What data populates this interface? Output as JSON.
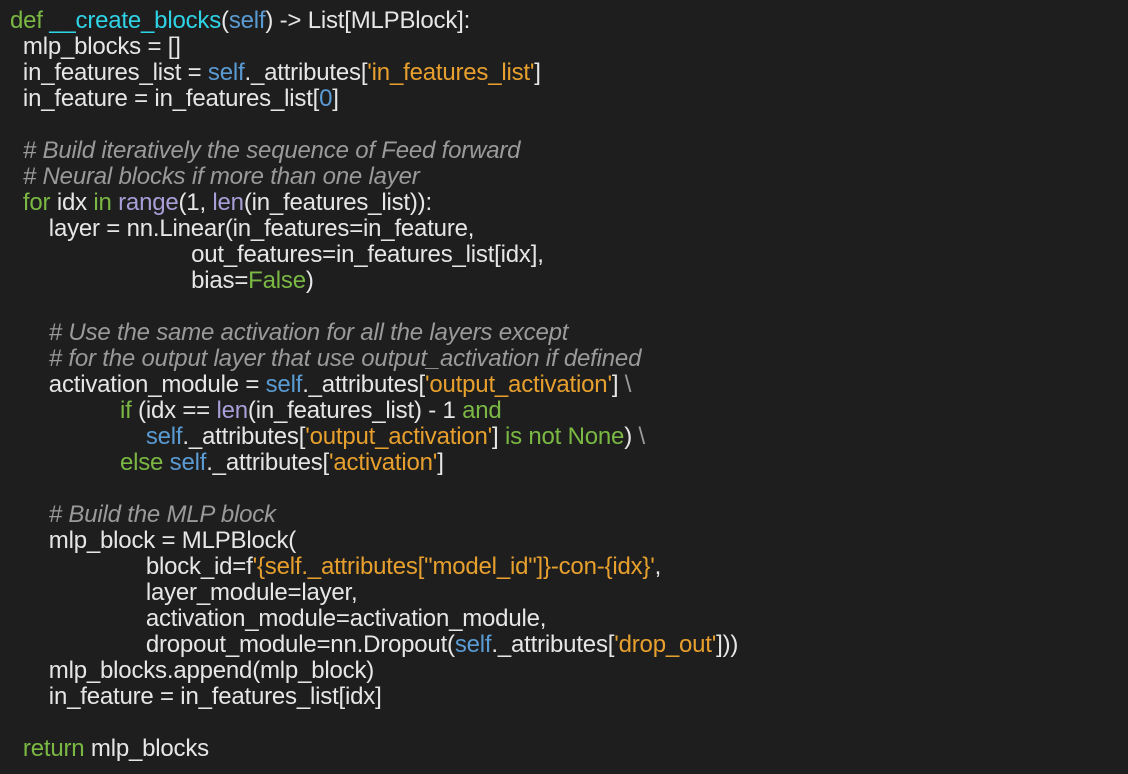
{
  "colors": {
    "background": "#1e1e1e",
    "default": "#e6e6e6",
    "keyword": "#7ab843",
    "function_name": "#2fd3e6",
    "self": "#5a9bd4",
    "string": "#e7a02d",
    "number": "#5a9bd4",
    "builtin": "#a99ed8",
    "comment": "#9a9a9a"
  },
  "code_lines": [
    [
      [
        "kw",
        "def "
      ],
      [
        "fn",
        "__create_blocks"
      ],
      [
        "d",
        "("
      ],
      [
        "self",
        "self"
      ],
      [
        "d",
        ") -> List[MLPBlock]:"
      ]
    ],
    [
      [
        "d",
        "  mlp_blocks = []"
      ]
    ],
    [
      [
        "d",
        "  in_features_list = "
      ],
      [
        "self",
        "self"
      ],
      [
        "d",
        "._attributes["
      ],
      [
        "str",
        "'in_features_list'"
      ],
      [
        "d",
        "]"
      ]
    ],
    [
      [
        "d",
        "  in_feature = in_features_list["
      ],
      [
        "num",
        "0"
      ],
      [
        "d",
        "]"
      ]
    ],
    [
      [
        "d",
        ""
      ]
    ],
    [
      [
        "comment",
        "  # Build iteratively the sequence of Feed forward"
      ]
    ],
    [
      [
        "comment",
        "  # Neural blocks if more than one layer"
      ]
    ],
    [
      [
        "kw",
        "  for "
      ],
      [
        "d",
        "idx "
      ],
      [
        "kw",
        "in "
      ],
      [
        "builtin",
        "range"
      ],
      [
        "d",
        "(1, "
      ],
      [
        "builtin",
        "len"
      ],
      [
        "d",
        "(in_features_list)):"
      ]
    ],
    [
      [
        "d",
        "      layer = nn.Linear(in_features=in_feature,"
      ]
    ],
    [
      [
        "d",
        "                            out_features=in_features_list[idx],"
      ]
    ],
    [
      [
        "d",
        "                            bias="
      ],
      [
        "kw",
        "False"
      ],
      [
        "d",
        ")"
      ]
    ],
    [
      [
        "d",
        ""
      ]
    ],
    [
      [
        "comment",
        "      # Use the same activation for all the layers except"
      ]
    ],
    [
      [
        "comment",
        "      # for the output layer that use output_activation if defined"
      ]
    ],
    [
      [
        "d",
        "      activation_module = "
      ],
      [
        "self",
        "self"
      ],
      [
        "d",
        "._attributes["
      ],
      [
        "str",
        "'output_activation'"
      ],
      [
        "d",
        "] "
      ],
      [
        "dim",
        "\\"
      ]
    ],
    [
      [
        "kw",
        "                 if "
      ],
      [
        "d",
        "(idx == "
      ],
      [
        "builtin",
        "len"
      ],
      [
        "d",
        "(in_features_list) - 1 "
      ],
      [
        "kw",
        "and"
      ]
    ],
    [
      [
        "d",
        "                     "
      ],
      [
        "self",
        "self"
      ],
      [
        "d",
        "._attributes["
      ],
      [
        "str",
        "'output_activation'"
      ],
      [
        "d",
        "] "
      ],
      [
        "kw",
        "is not None"
      ],
      [
        "d",
        ") "
      ],
      [
        "dim",
        "\\"
      ]
    ],
    [
      [
        "kw",
        "                 else "
      ],
      [
        "self",
        "self"
      ],
      [
        "d",
        "._attributes["
      ],
      [
        "str",
        "'activation'"
      ],
      [
        "d",
        "]"
      ]
    ],
    [
      [
        "d",
        ""
      ]
    ],
    [
      [
        "comment",
        "      # Build the MLP block"
      ]
    ],
    [
      [
        "d",
        "      mlp_block = MLPBlock("
      ]
    ],
    [
      [
        "d",
        "                     block_id=f"
      ],
      [
        "str",
        "'{self._attributes[\"model_id\"]}-con-{idx}'"
      ],
      [
        "d",
        ","
      ]
    ],
    [
      [
        "d",
        "                     layer_module=layer,"
      ]
    ],
    [
      [
        "d",
        "                     activation_module=activation_module,"
      ]
    ],
    [
      [
        "d",
        "                     dropout_module=nn.Dropout("
      ],
      [
        "self",
        "self"
      ],
      [
        "d",
        "._attributes["
      ],
      [
        "str",
        "'drop_out'"
      ],
      [
        "d",
        "]))"
      ]
    ],
    [
      [
        "d",
        "      mlp_blocks.append(mlp_block)"
      ]
    ],
    [
      [
        "d",
        "      in_feature = in_features_list[idx]"
      ]
    ],
    [
      [
        "d",
        ""
      ]
    ],
    [
      [
        "kw",
        "  return "
      ],
      [
        "d",
        "mlp_blocks"
      ]
    ]
  ]
}
